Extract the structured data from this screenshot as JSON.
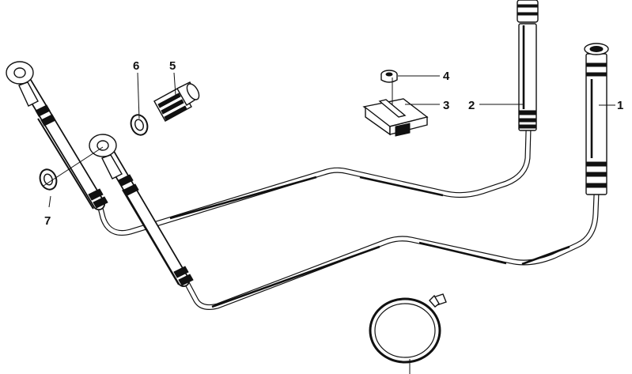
{
  "diagram": {
    "colors": {
      "ink": "#111111",
      "paper": "#ffffff"
    },
    "callouts": [
      {
        "id": "1",
        "label": "1"
      },
      {
        "id": "2",
        "label": "2"
      },
      {
        "id": "3",
        "label": "3"
      },
      {
        "id": "4",
        "label": "4"
      },
      {
        "id": "5",
        "label": "5"
      },
      {
        "id": "6",
        "label": "6"
      },
      {
        "id": "7",
        "label": "7"
      }
    ]
  }
}
